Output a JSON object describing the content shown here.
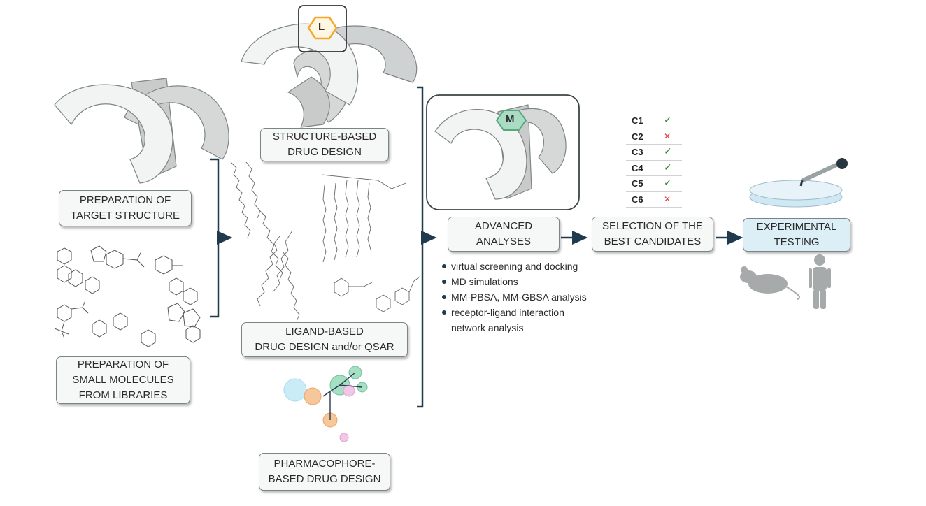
{
  "labels": {
    "prep_target": [
      "PREPARATION OF",
      "TARGET STRUCTURE"
    ],
    "prep_small": [
      "PREPARATION OF",
      "SMALL MOLECULES",
      "FROM LIBRARIES"
    ],
    "sbdd": [
      "STRUCTURE-BASED",
      "DRUG DESIGN"
    ],
    "lbdd": [
      "LIGAND-BASED",
      "DRUG DESIGN and/or QSAR"
    ],
    "pharma": [
      "PHARMACOPHORE-",
      "BASED DRUG DESIGN"
    ],
    "advanced": [
      "ADVANCED",
      "ANALYSES"
    ],
    "selection": [
      "SELECTION OF THE",
      "BEST CANDIDATES"
    ],
    "experimental": [
      "EXPERIMENTAL",
      "TESTING"
    ]
  },
  "hex_labels": {
    "ligand": "L",
    "molecule": "M"
  },
  "analyses": [
    "virtual screening and docking",
    "MD simulations",
    "MM-PBSA, MM-GBSA analysis",
    "receptor-ligand interaction",
    "network analysis"
  ],
  "candidates": [
    {
      "id": "C1",
      "status": "selected",
      "mark": "✓"
    },
    {
      "id": "C2",
      "status": "rejected",
      "mark": "✕"
    },
    {
      "id": "C3",
      "status": "selected",
      "mark": "✓"
    },
    {
      "id": "C4",
      "status": "selected",
      "mark": "✓"
    },
    {
      "id": "C5",
      "status": "selected",
      "mark": "✓"
    },
    {
      "id": "C6",
      "status": "rejected",
      "mark": "✕"
    }
  ],
  "colors": {
    "arrow": "#1f3b4d",
    "box_border": "#7a8585",
    "experimental_fill": "#dceff6",
    "hex_ligand": "#f4a72a",
    "hex_molecule": "#7fc4a0",
    "check": "#2e7d32",
    "cross": "#e53935"
  }
}
